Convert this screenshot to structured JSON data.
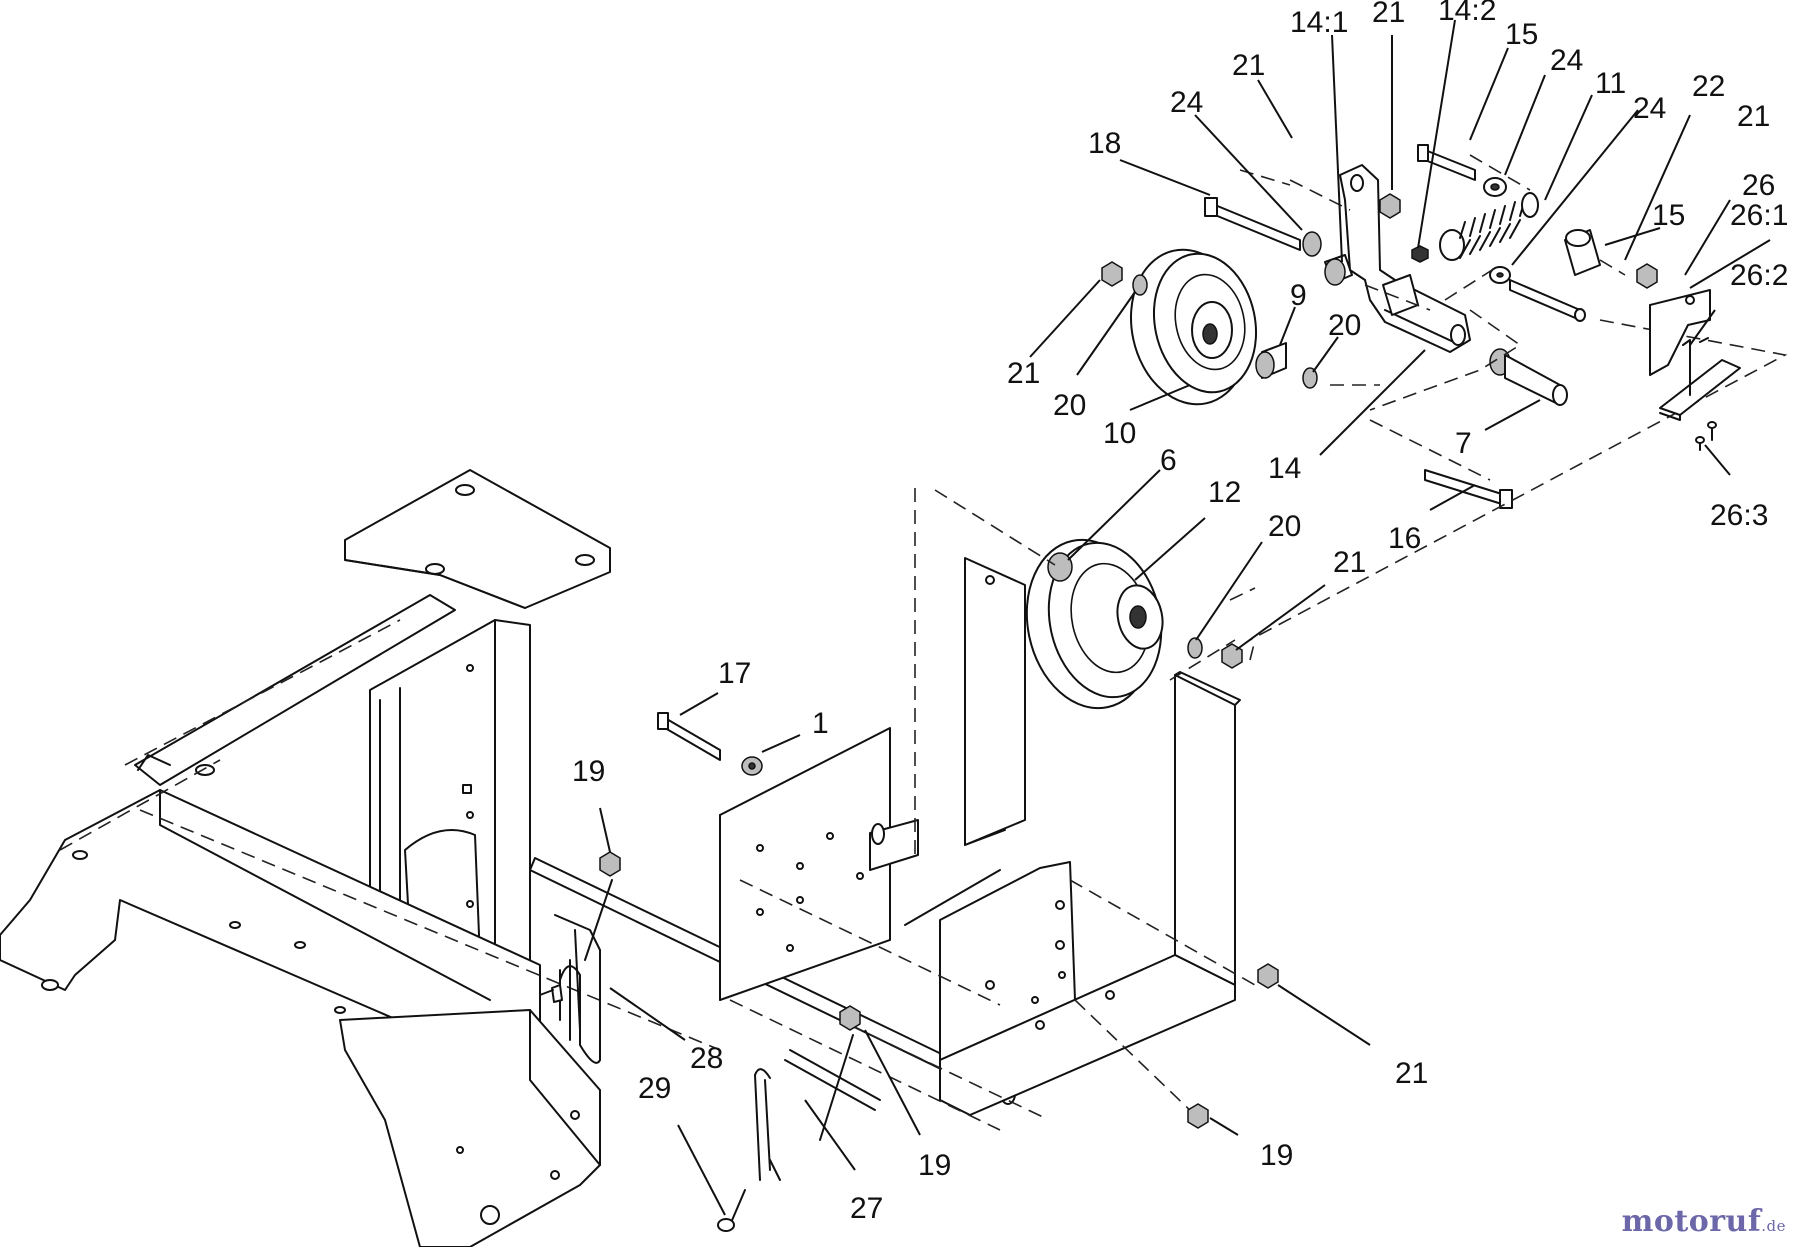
{
  "callouts": [
    {
      "id": "c-14-1",
      "text": "14:1"
    },
    {
      "id": "c-21-a",
      "text": "21"
    },
    {
      "id": "c-14-2",
      "text": "14:2"
    },
    {
      "id": "c-15-a",
      "text": "15"
    },
    {
      "id": "c-21-b",
      "text": "21"
    },
    {
      "id": "c-24-a",
      "text": "24"
    },
    {
      "id": "c-24-b",
      "text": "24"
    },
    {
      "id": "c-11",
      "text": "11"
    },
    {
      "id": "c-24-c",
      "text": "24"
    },
    {
      "id": "c-22",
      "text": "22"
    },
    {
      "id": "c-21-c",
      "text": "21"
    },
    {
      "id": "c-18",
      "text": "18"
    },
    {
      "id": "c-26",
      "text": "26"
    },
    {
      "id": "c-26-1",
      "text": "26:1"
    },
    {
      "id": "c-15-b",
      "text": "15"
    },
    {
      "id": "c-26-2",
      "text": "26:2"
    },
    {
      "id": "c-9",
      "text": "9"
    },
    {
      "id": "c-20-a",
      "text": "20"
    },
    {
      "id": "c-21-d",
      "text": "21"
    },
    {
      "id": "c-20-b",
      "text": "20"
    },
    {
      "id": "c-10",
      "text": "10"
    },
    {
      "id": "c-7",
      "text": "7"
    },
    {
      "id": "c-14",
      "text": "14"
    },
    {
      "id": "c-6",
      "text": "6"
    },
    {
      "id": "c-12",
      "text": "12"
    },
    {
      "id": "c-26-3",
      "text": "26:3"
    },
    {
      "id": "c-20-c",
      "text": "20"
    },
    {
      "id": "c-16",
      "text": "16"
    },
    {
      "id": "c-21-e",
      "text": "21"
    },
    {
      "id": "c-17",
      "text": "17"
    },
    {
      "id": "c-1",
      "text": "1"
    },
    {
      "id": "c-19-a",
      "text": "19"
    },
    {
      "id": "c-28",
      "text": "28"
    },
    {
      "id": "c-21-f",
      "text": "21"
    },
    {
      "id": "c-29",
      "text": "29"
    },
    {
      "id": "c-19-b",
      "text": "19"
    },
    {
      "id": "c-19-c",
      "text": "19"
    },
    {
      "id": "c-27",
      "text": "27"
    }
  ],
  "watermark": {
    "brand": "motoruf",
    "tld": ".de"
  }
}
